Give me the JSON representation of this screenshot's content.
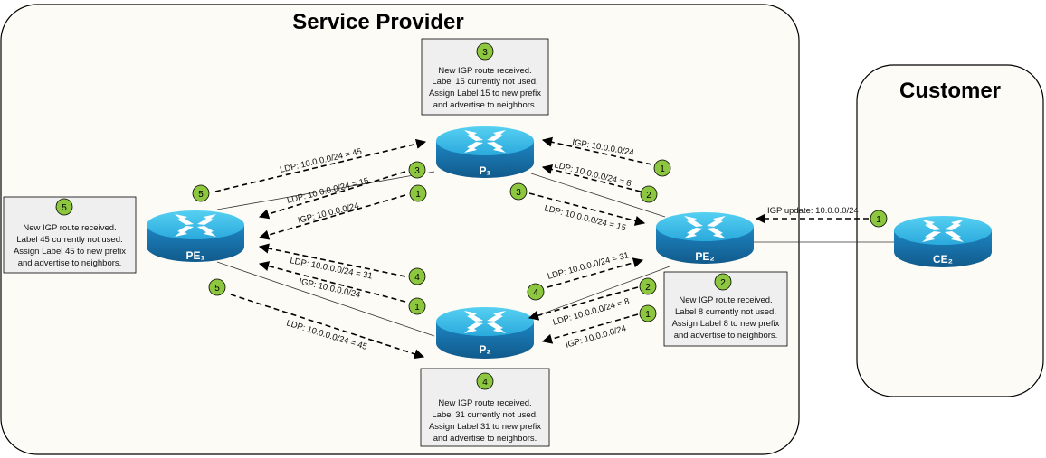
{
  "regions": {
    "service_provider": "Service Provider",
    "customer": "Customer"
  },
  "routers": {
    "pe1": "PE₁",
    "p1": "P₁",
    "p2": "P₂",
    "pe2": "PE₂",
    "ce2": "CE₂"
  },
  "notes": [
    {
      "step": "3",
      "lines": [
        "New IGP route received.",
        "Label 15 currently not used.",
        "Assign Label 15 to new prefix",
        "and advertise to neighbors."
      ]
    },
    {
      "step": "5",
      "lines": [
        "New IGP route received.",
        "Label 45 currently not used.",
        "Assign Label 45 to new prefix",
        "and advertise to neighbors."
      ]
    },
    {
      "step": "2",
      "lines": [
        "New IGP route received.",
        "Label 8 currently not used.",
        "Assign Label 8 to new prefix",
        "and advertise to neighbors."
      ]
    },
    {
      "step": "4",
      "lines": [
        "New IGP route received.",
        "Label 31 currently not used.",
        "Assign Label 31 to new prefix",
        "and advertise to neighbors."
      ]
    }
  ],
  "arrows": [
    {
      "label": "IGP update: 10.0.0.0/24",
      "step": "1"
    },
    {
      "label": "IGP: 10.0.0.0/24",
      "step": "1"
    },
    {
      "label": "LDP: 10.0.0.0/24 = 8",
      "step": "2"
    },
    {
      "label": "IGP: 10.0.0.0/24",
      "step": "1"
    },
    {
      "label": "LDP: 10.0.0.0/24 = 8",
      "step": "2"
    },
    {
      "label": "LDP: 10.0.0.0/24 = 15",
      "step": "3"
    },
    {
      "label": "LDP: 10.0.0.0/24 = 15",
      "step": "3"
    },
    {
      "label": "IGP: 10.0.0.0/24",
      "step": "1"
    },
    {
      "label": "LDP: 10.0.0.0/24 = 31",
      "step": "4"
    },
    {
      "label": "LDP: 10.0.0.0/24 = 31",
      "step": "4"
    },
    {
      "label": "IGP: 10.0.0.0/24",
      "step": "1"
    },
    {
      "label": "LDP: 10.0.0.0/24 = 45",
      "step": "5"
    },
    {
      "label": "LDP: 10.0.0.0/24 = 45",
      "step": "5"
    }
  ],
  "colors": {
    "router_top": "#3dc3ec",
    "router_side": "#1670a9",
    "step_badge": "#8dc63f",
    "region_fill": "#fdfbf5",
    "note_fill": "#efefef"
  }
}
